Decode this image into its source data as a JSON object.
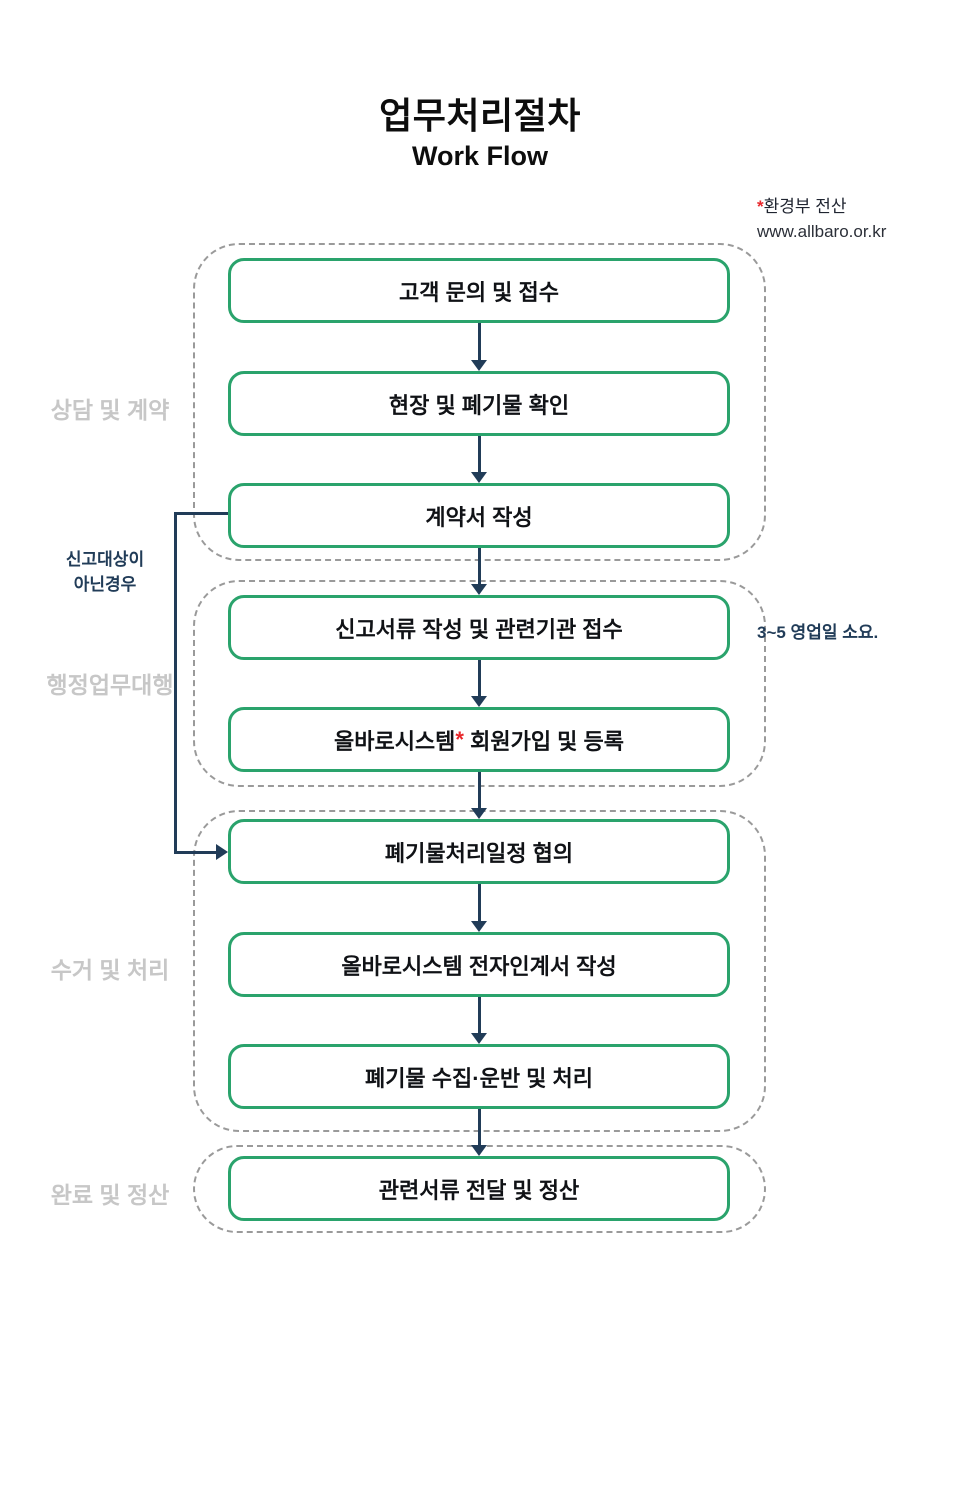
{
  "header": {
    "title": "업무처리절차",
    "subtitle": "Work Flow"
  },
  "top_note": {
    "star": "*",
    "text": "환경부 전산",
    "url": "www.allbaro.or.kr"
  },
  "sections": [
    {
      "label": "상담 및 계약"
    },
    {
      "label": "행정업무대행"
    },
    {
      "label": "수거 및 처리"
    },
    {
      "label": "완료 및 정산"
    }
  ],
  "boxes": [
    {
      "label": "고객 문의 및 접수"
    },
    {
      "label": "현장 및 폐기물 확인"
    },
    {
      "label": "계약서 작성"
    },
    {
      "label": "신고서류 작성 및 관련기관 접수"
    },
    {
      "pre": "올바로시스템",
      "star": "*",
      "post": " 회원가입 및 등록"
    },
    {
      "label": "폐기물처리일정 협의"
    },
    {
      "label": "올바로시스템 전자인계서 작성"
    },
    {
      "label": "폐기물 수집·운반 및 처리"
    },
    {
      "label": "관련서류 전달 및 정산"
    }
  ],
  "annotations": {
    "bypass_line1": "신고대상이",
    "bypass_line2": "아닌경우",
    "duration": "3~5 영업일 소요."
  },
  "colors": {
    "box_border_green": "#2aa36c",
    "arrow_navy": "#213c58",
    "accent_red": "#e8262a",
    "section_label_gray": "#c7c7c7",
    "group_border_gray": "#9a9a9a",
    "background": "#ffffff"
  }
}
